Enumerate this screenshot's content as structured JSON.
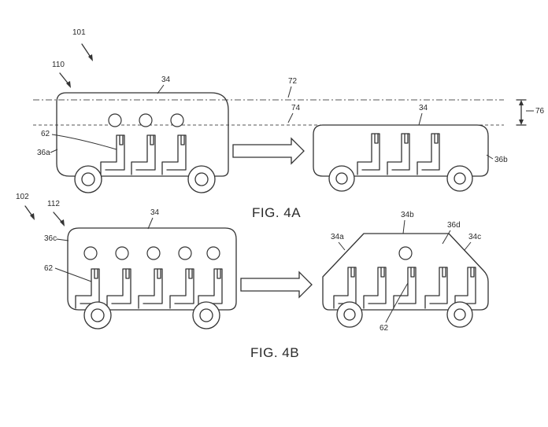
{
  "colors": {
    "line": "#333333",
    "background": "#ffffff"
  },
  "fig4a": {
    "caption": "FIG. 4A",
    "refs": {
      "r101": "101",
      "r110": "110",
      "r34_left": "34",
      "r62": "62",
      "r36a": "36a",
      "r72": "72",
      "r74": "74",
      "r34_right": "34",
      "r76": "76",
      "r36b": "36b"
    }
  },
  "fig4b": {
    "caption": "FIG. 4B",
    "refs": {
      "r102": "102",
      "r112": "112",
      "r34": "34",
      "r36c": "36c",
      "r62_left": "62",
      "r34a": "34a",
      "r34b": "34b",
      "r36d": "36d",
      "r34c": "34c",
      "r62_right": "62"
    }
  }
}
